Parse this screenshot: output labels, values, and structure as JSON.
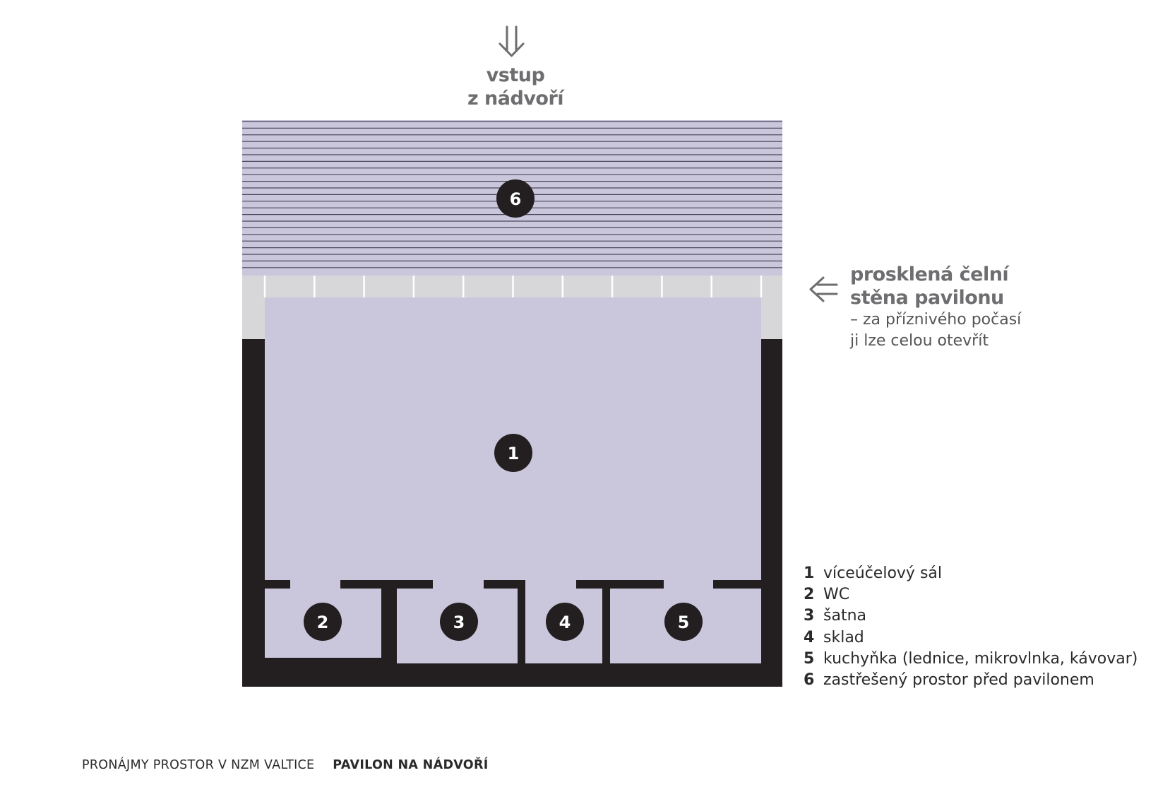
{
  "entry": {
    "line1": "vstup",
    "line2": "z nádvoří"
  },
  "glass_wall": {
    "title_line1": "prosklená čelní",
    "title_line2": "stěna pavilonu",
    "note_line1": "– za příznivého počasí",
    "note_line2": "ji lze celou otevřít"
  },
  "markers": [
    "1",
    "2",
    "3",
    "4",
    "5",
    "6"
  ],
  "legend": [
    {
      "num": "1",
      "label": "víceúčelový sál"
    },
    {
      "num": "2",
      "label": "WC"
    },
    {
      "num": "3",
      "label": "šatna"
    },
    {
      "num": "4",
      "label": "sklad"
    },
    {
      "num": "5",
      "label": "kuchyňka (lednice, mikrovlnka, kávovar)"
    },
    {
      "num": "6",
      "label": "zastřešený prostor před pavilonem"
    }
  ],
  "footer": {
    "left": "PRONÁJMY PROSTOR V NZM VALTICE",
    "right": "PAVILON NA NÁDVOŘÍ"
  },
  "colors": {
    "room": "#cac7dc",
    "wall": "#231f20",
    "glass": "#d7d7d9",
    "text_gray": "#6e6e70"
  }
}
